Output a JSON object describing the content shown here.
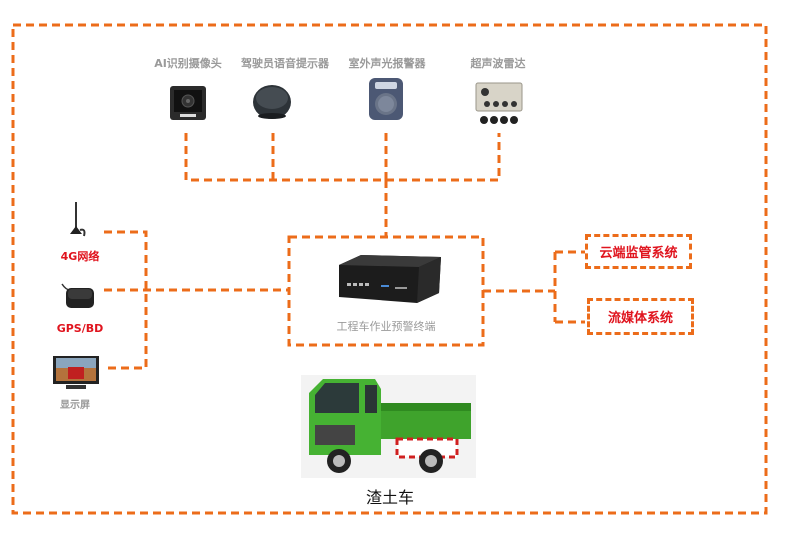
{
  "colors": {
    "line": "#ec6c1a",
    "highlight": "#e0141e",
    "muted": "#9a9a9a"
  },
  "top_devices": [
    {
      "label": "AI识别摄像头",
      "icon": "camera-icon"
    },
    {
      "label": "驾驶员语音提示器",
      "icon": "speaker-icon"
    },
    {
      "label": "室外声光报警器",
      "icon": "alarm-icon"
    },
    {
      "label": "超声波雷达",
      "icon": "radar-icon"
    }
  ],
  "left_devices": [
    {
      "label": "4G网络",
      "icon": "antenna-icon"
    },
    {
      "label": "GPS/BD",
      "icon": "gps-icon"
    },
    {
      "label": "显示屏",
      "icon": "monitor-icon"
    }
  ],
  "center": {
    "label": "工程车作业预警终端",
    "icon": "terminal-icon"
  },
  "right_systems": [
    {
      "label": "云端监管系统"
    },
    {
      "label": "流媒体系统"
    }
  ],
  "vehicle": {
    "label": "渣土车",
    "icon": "truck-icon"
  }
}
